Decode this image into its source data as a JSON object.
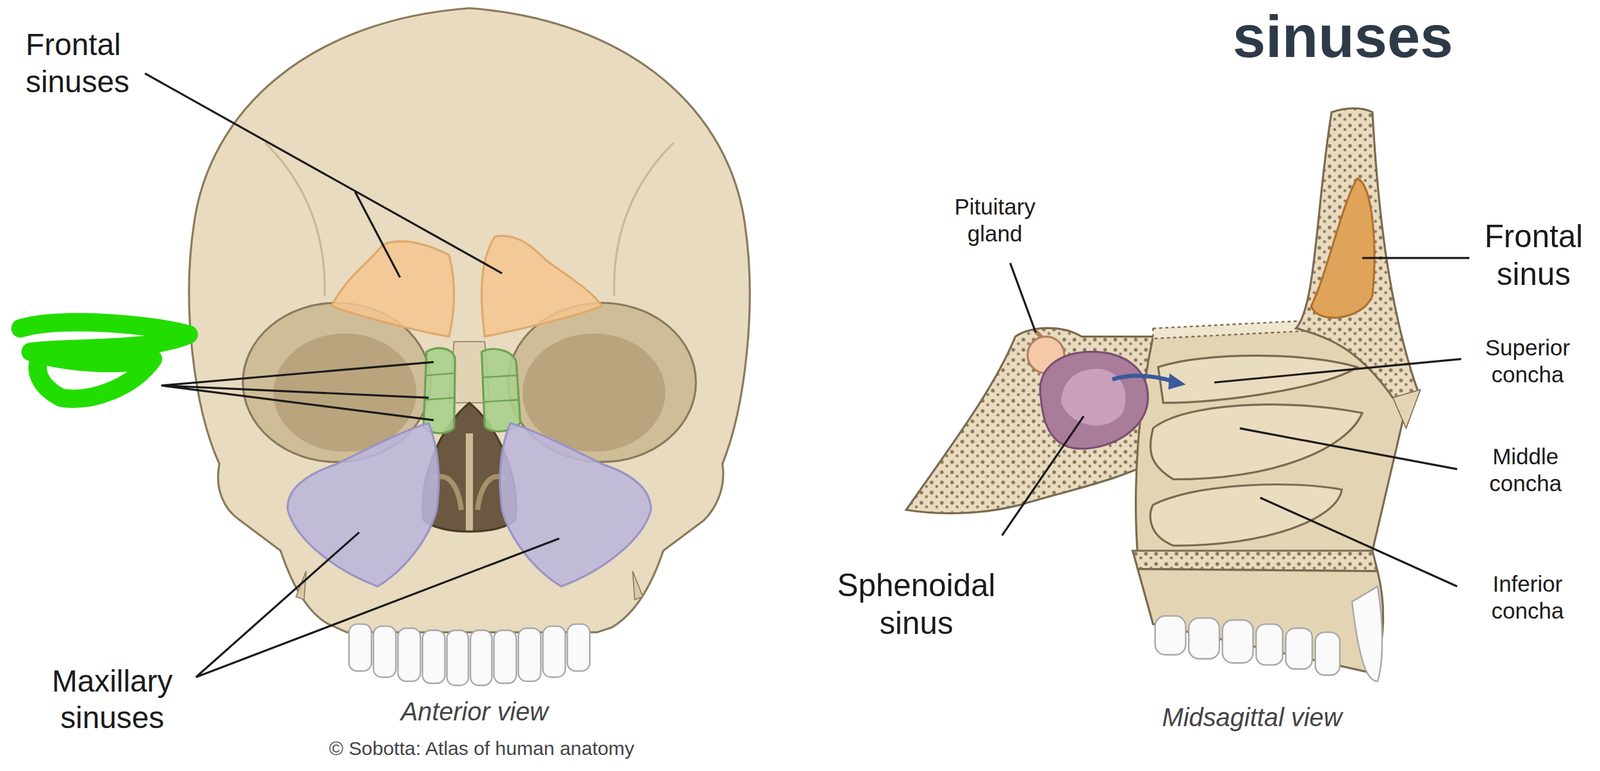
{
  "diagram": {
    "title": "sinuses",
    "labels": [
      "Frontal sinuses",
      "Maxillary sinuses",
      "Anterior view",
      "© Sobotta: Atlas of human anatomy",
      "Pituitary gland",
      "Frontal sinus",
      "Superior concha",
      "Middle concha",
      "Inferior concha",
      "Sphenoidal sinus",
      "Midsagittal view"
    ]
  }
}
